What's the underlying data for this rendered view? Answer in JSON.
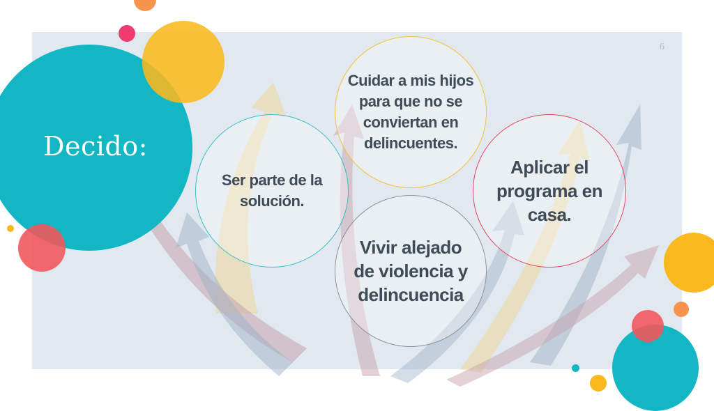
{
  "slide": {
    "number": "6",
    "title": "Decido:",
    "items": [
      {
        "text": "Cuidar a mis hijos para que no se conviertan en delincuentes."
      },
      {
        "text": "Ser parte de la solución."
      },
      {
        "text": "Aplicar el programa en casa."
      },
      {
        "text": "Vivir alejado de violencia y delincuencia"
      }
    ]
  },
  "colors": {
    "panel": "#e1e8ef",
    "teal": "#13b6c3",
    "yellow": "#f9b91e",
    "orange": "#f7944c",
    "red": "#f1595d",
    "pink": "#ed3c6d",
    "ring_teal": "#37bdc8",
    "ring_yellow": "#f3c33a",
    "ring_red": "#e2445f",
    "ring_gray": "#8d949b",
    "text": "#3f4b57"
  }
}
